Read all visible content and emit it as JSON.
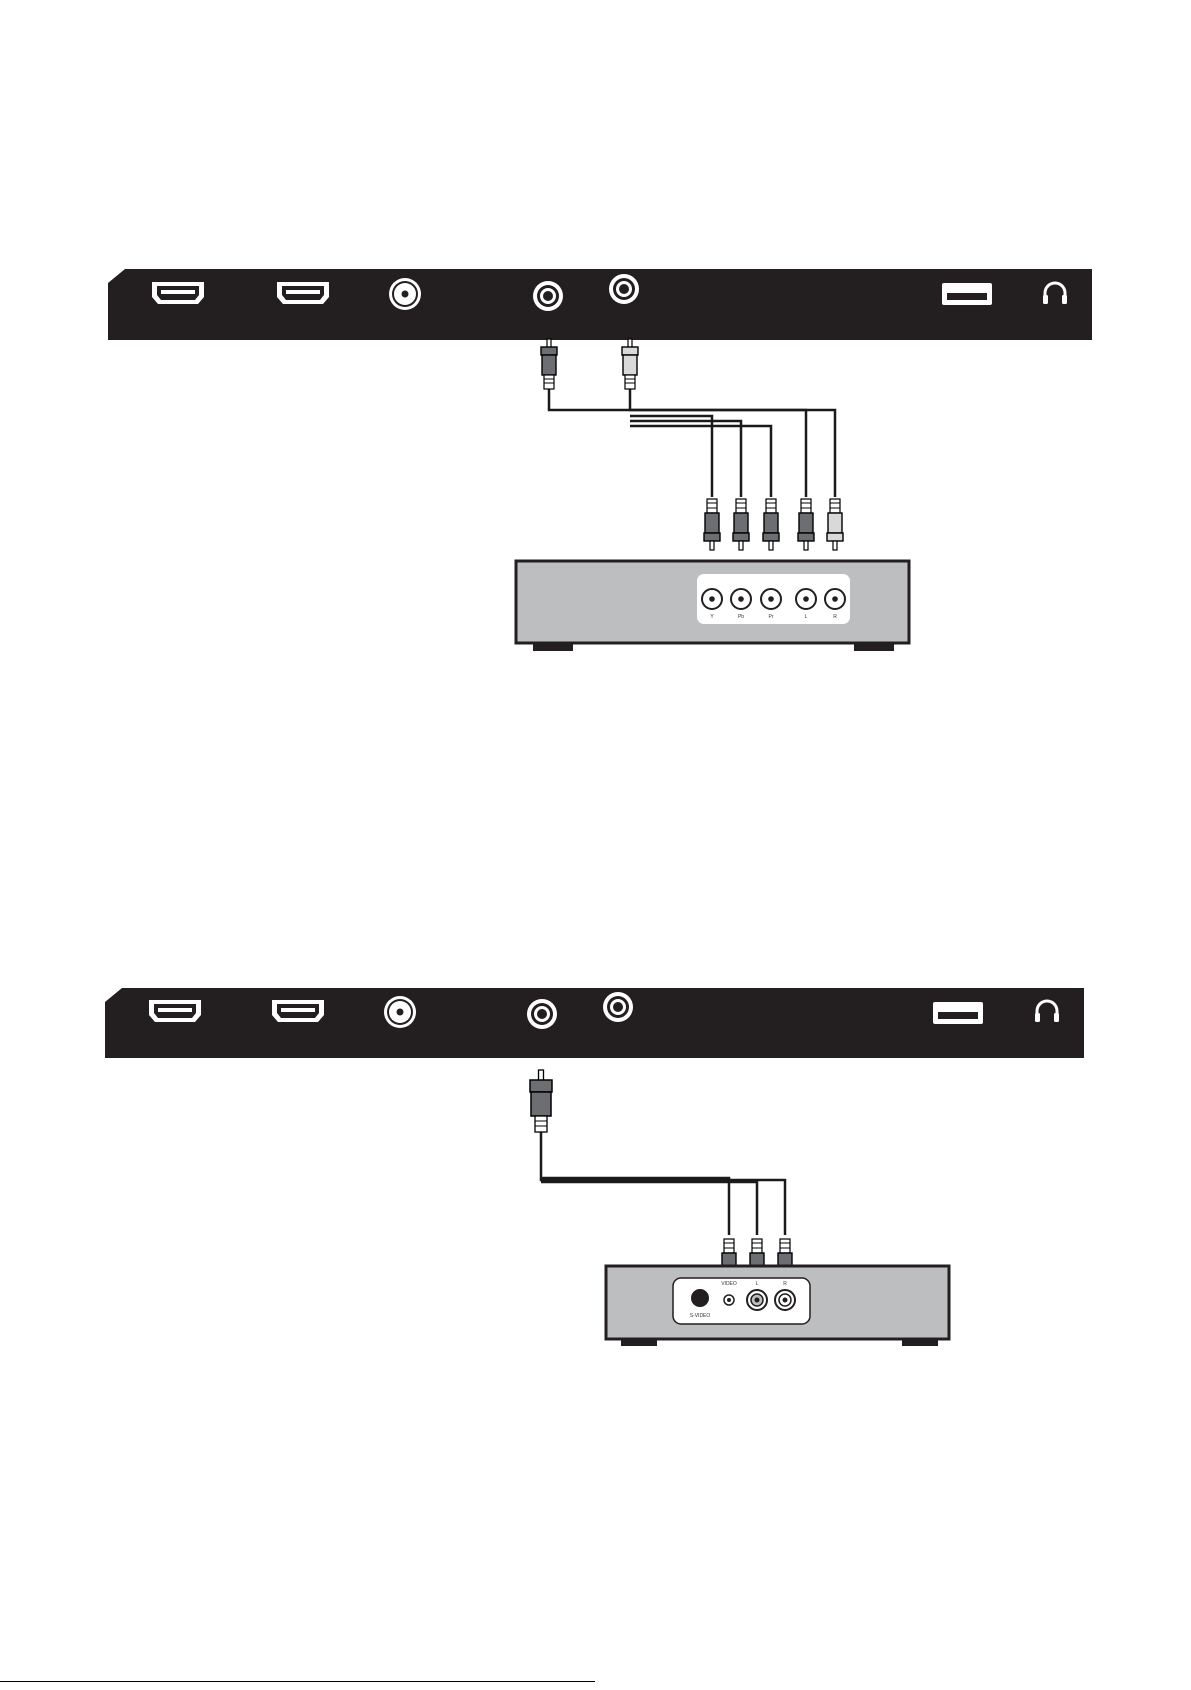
{
  "colors": {
    "panel": "#231f20",
    "port": "#ffffff",
    "device_body": "#bcbec0",
    "device_face": "#ffffff",
    "cable": "#1a1a1a",
    "plug_dark": "#6d6e71",
    "plug_light": "#d9d9d9"
  },
  "icons": {
    "hdmi": "hdmi-port-icon",
    "coax": "coaxial-port-icon",
    "rca": "rca-jack-icon",
    "usb": "usb-port-icon",
    "headphone": "headphone-icon",
    "plug": "rca-plug-icon",
    "foot": "device-foot"
  },
  "diagram1": {
    "device_jack_labels": [
      "Y",
      "Pb",
      "Pr",
      "L",
      "R"
    ]
  },
  "diagram2": {
    "svideo_label": "S-VIDEO",
    "device_jack_labels": [
      "VIDEO",
      "L",
      "R"
    ]
  }
}
